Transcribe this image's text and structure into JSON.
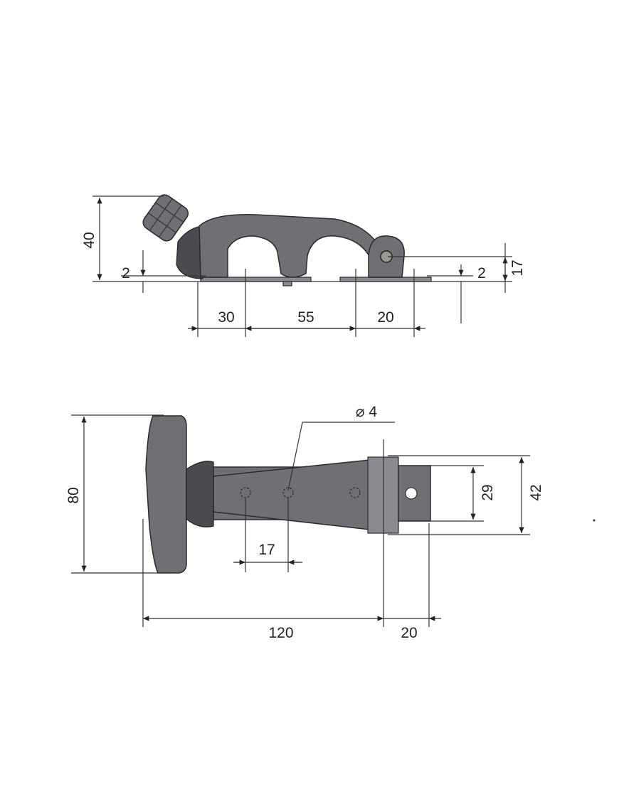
{
  "side_view": {
    "dims": {
      "height_total": "40",
      "base_thickness_left": "2",
      "base_thickness_right": "2",
      "pivot_height": "17",
      "seg_a": "30",
      "seg_b": "55",
      "seg_c": "20"
    }
  },
  "top_view": {
    "dims": {
      "handle_width": "80",
      "hole_diameter": "⌀ 4",
      "hole_pitch": "17",
      "plate_width_inner": "29",
      "plate_width_outer": "42",
      "length_main": "120",
      "length_tail": "20"
    }
  },
  "colors": {
    "part": "#6f6f74",
    "line": "#333333"
  }
}
